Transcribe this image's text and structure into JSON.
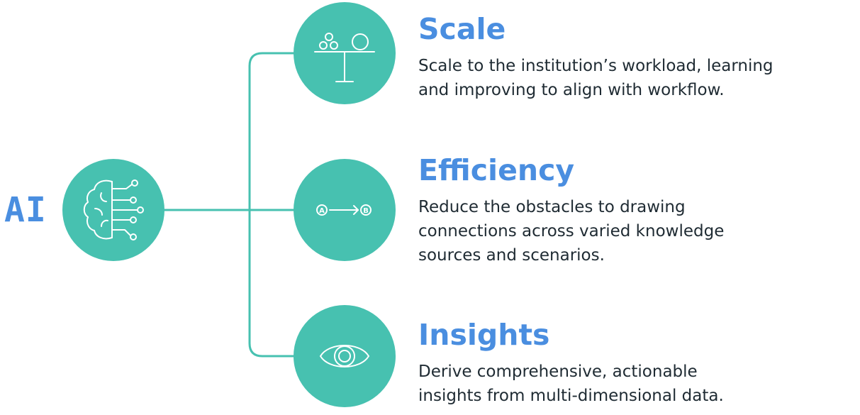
{
  "ai": {
    "label": "AI",
    "icon": "brain-circuit-icon"
  },
  "items": [
    {
      "title": "Scale",
      "description_lines": [
        "Scale to the institution’s workload, learning",
        "and improving to align with workflow."
      ],
      "icon": "balance-scale-icon"
    },
    {
      "title": "Efficiency",
      "description_lines": [
        "Reduce the obstacles to drawing",
        "connections across varied knowledge",
        "sources and scenarios."
      ],
      "icon": "a-to-b-arrow-icon",
      "icon_text": {
        "from": "A",
        "to": "B"
      }
    },
    {
      "title": "Insights",
      "description_lines": [
        "Derive comprehensive, actionable",
        "insights from multi-dimensional data."
      ],
      "icon": "eye-icon"
    }
  ],
  "colors": {
    "teal": "#47c1b0",
    "title_blue": "#4a8ee0",
    "body_text": "#1f2b33",
    "icon_white": "#ffffff"
  }
}
